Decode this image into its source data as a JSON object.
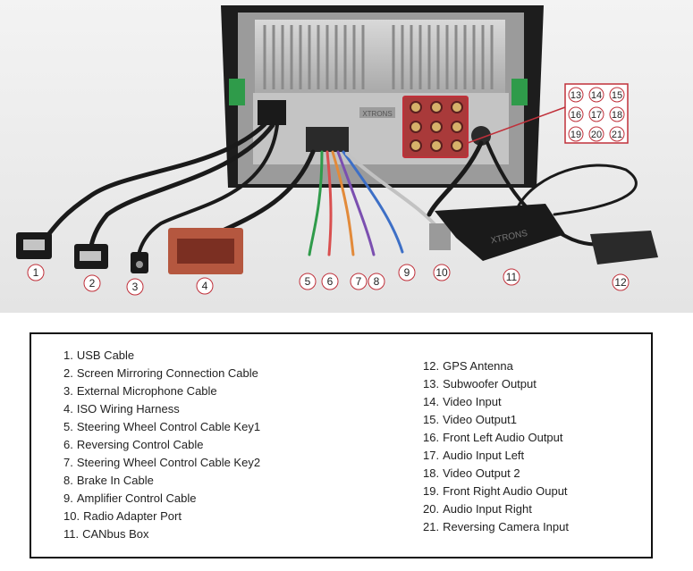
{
  "photo": {
    "brand_text": "XTRONS",
    "callout_numbers": [
      "1",
      "2",
      "3",
      "4",
      "5",
      "6",
      "7",
      "8",
      "9",
      "10",
      "11",
      "12"
    ],
    "inset_numbers": [
      "13",
      "14",
      "15",
      "16",
      "17",
      "18",
      "19",
      "20",
      "21"
    ],
    "accent_color": "#c0303a"
  },
  "legend": {
    "left": [
      {
        "num": "1.",
        "label": "USB Cable"
      },
      {
        "num": "2.",
        "label": "Screen Mirroring Connection Cable"
      },
      {
        "num": "3.",
        "label": "External Microphone Cable"
      },
      {
        "num": "4.",
        "label": "ISO Wiring Harness"
      },
      {
        "num": "5.",
        "label": "Steering Wheel Control Cable Key1"
      },
      {
        "num": "6.",
        "label": "Reversing Control Cable"
      },
      {
        "num": "7.",
        "label": "Steering Wheel Control Cable Key2"
      },
      {
        "num": "8.",
        "label": "Brake In Cable"
      },
      {
        "num": "9.",
        "label": "Amplifier Control Cable"
      },
      {
        "num": "10.",
        "label": "Radio Adapter Port"
      },
      {
        "num": "11.",
        "label": "CANbus Box"
      }
    ],
    "right": [
      {
        "num": "12.",
        "label": "GPS Antenna"
      },
      {
        "num": "13.",
        "label": "Subwoofer Output"
      },
      {
        "num": "14.",
        "label": "Video Input"
      },
      {
        "num": "15.",
        "label": "Video Output1"
      },
      {
        "num": "16.",
        "label": "Front Left Audio Output"
      },
      {
        "num": "17.",
        "label": "Audio Input Left"
      },
      {
        "num": "18.",
        "label": "Video Output 2"
      },
      {
        "num": "19.",
        "label": "Front Right Audio Ouput"
      },
      {
        "num": "20.",
        "label": "Audio Input Right"
      },
      {
        "num": "21.",
        "label": "Reversing Camera Input"
      }
    ]
  }
}
